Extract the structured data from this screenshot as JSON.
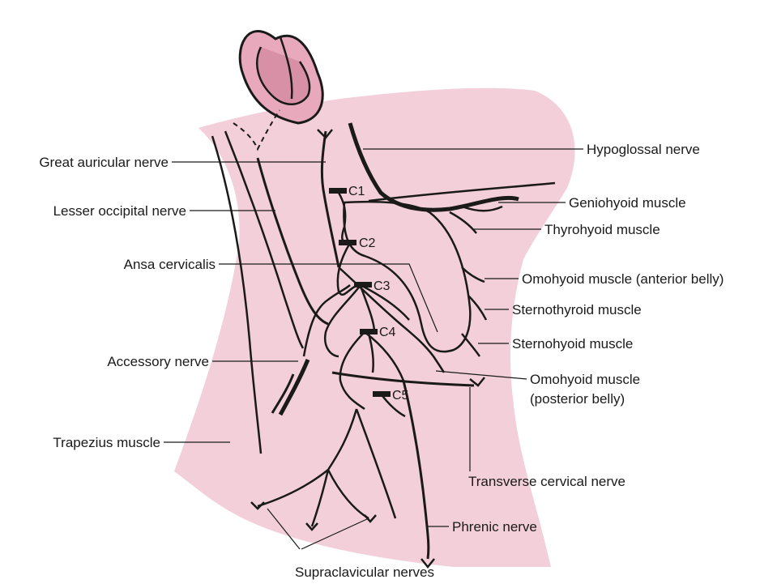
{
  "colors": {
    "background": "#ffffff",
    "skin": "#f2cfd9",
    "ear": "#e7a9bb",
    "ear_inner": "#d890a6",
    "nerve": "#1a1a1a",
    "text": "#1a1a1a"
  },
  "labels": {
    "great_auricular_nerve": "Great auricular nerve",
    "lesser_occipital_nerve": "Lesser occipital nerve",
    "ansa_cervicalis": "Ansa cervicalis",
    "accessory_nerve": "Accessory nerve",
    "trapezius_muscle": "Trapezius muscle",
    "supraclavicular_nerves": "Supraclavicular nerves",
    "hypoglossal_nerve": "Hypoglossal nerve",
    "geniohyoid_muscle": "Geniohyoid muscle",
    "thyrohyoid_muscle": "Thyrohyoid muscle",
    "omohyoid_anterior_belly": "Omohyoid muscle (anterior belly)",
    "sternothyroid_muscle": "Sternothyroid muscle",
    "sternohyoid_muscle": "Sternohyoid muscle",
    "omohyoid_posterior_line1": "Omohyoid muscle",
    "omohyoid_posterior_line2": "(posterior belly)",
    "transverse_cervical_nerve": "Transverse cervical nerve",
    "phrenic_nerve": "Phrenic nerve"
  },
  "segments": {
    "c1": "C1",
    "c2": "C2",
    "c3": "C3",
    "c4": "C4",
    "c5": "C5"
  }
}
